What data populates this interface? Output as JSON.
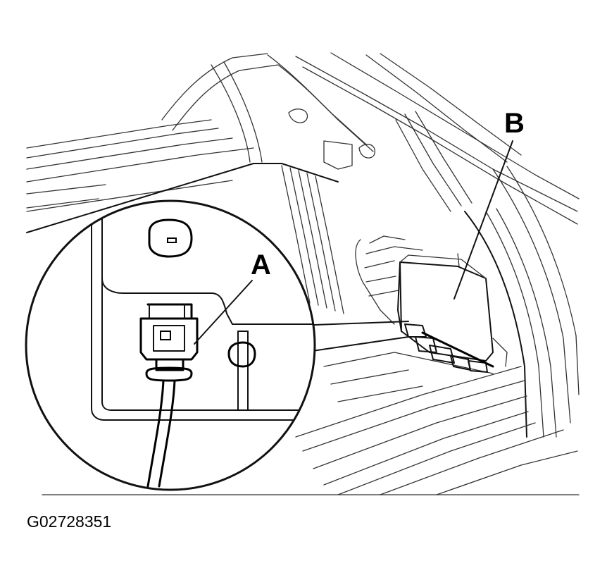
{
  "callouts": {
    "a": "A",
    "b": "B"
  },
  "figure_id": "G02728351",
  "colors": {
    "line": "#111111",
    "background": "#ffffff"
  }
}
